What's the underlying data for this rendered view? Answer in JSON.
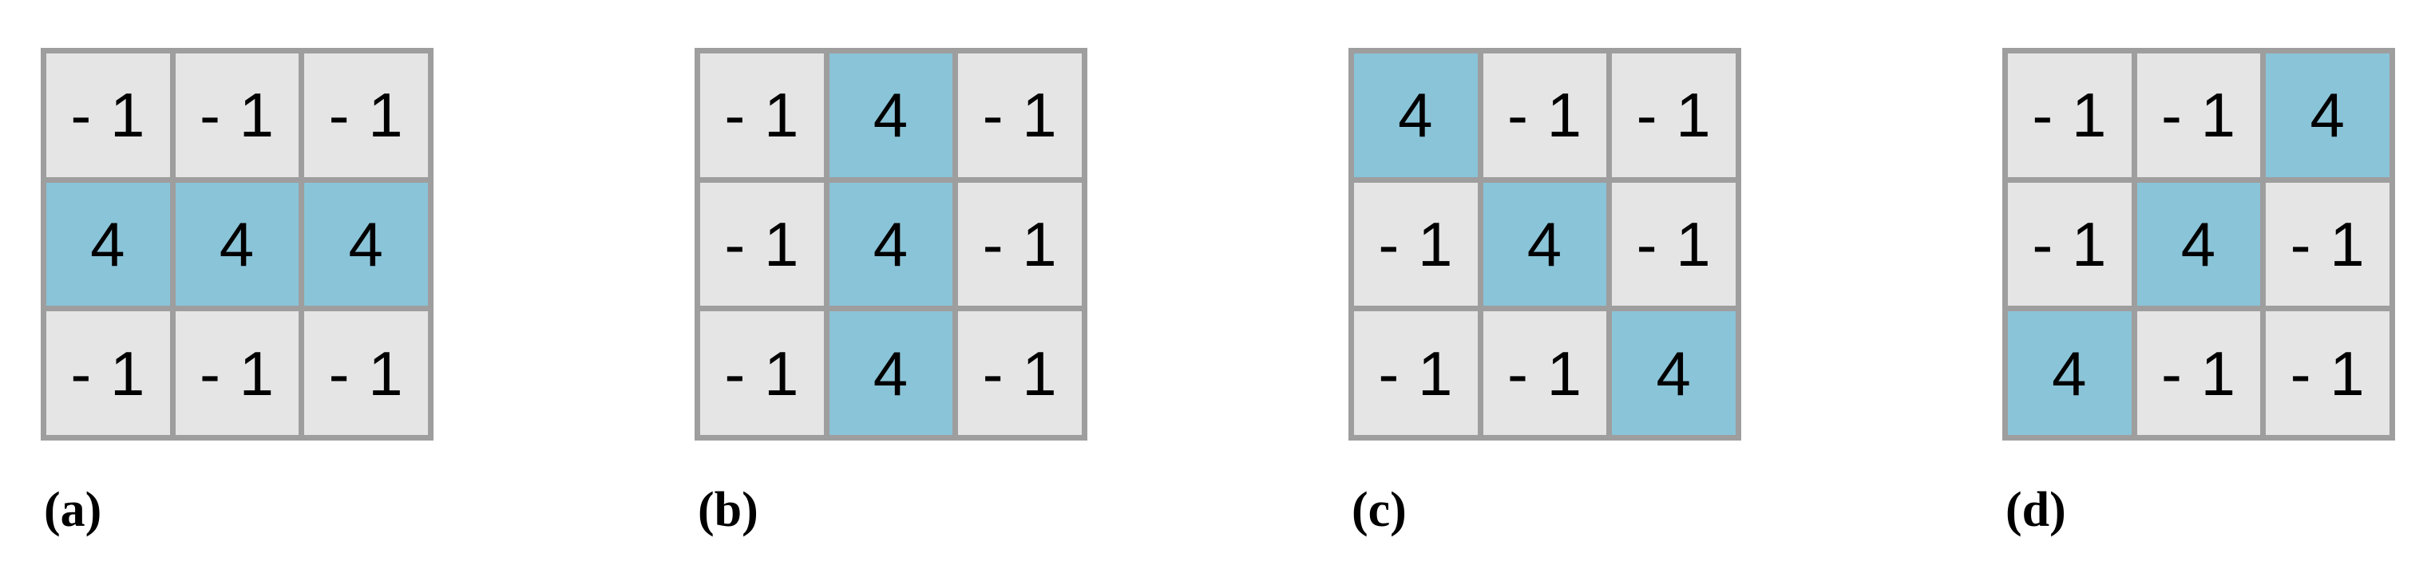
{
  "figure": {
    "background_color": "#ffffff",
    "cell_color": "#e5e5e5",
    "highlight_color": "#8ac4d8",
    "border_color": "#9e9e9e",
    "text_color": "#000000",
    "panels": [
      {
        "id": "a",
        "caption": "(a)",
        "rows": [
          [
            {
              "value": "- 1",
              "highlight": false
            },
            {
              "value": "- 1",
              "highlight": false
            },
            {
              "value": "- 1",
              "highlight": false
            }
          ],
          [
            {
              "value": "4",
              "highlight": true
            },
            {
              "value": "4",
              "highlight": true
            },
            {
              "value": "4",
              "highlight": true
            }
          ],
          [
            {
              "value": "- 1",
              "highlight": false
            },
            {
              "value": "- 1",
              "highlight": false
            },
            {
              "value": "- 1",
              "highlight": false
            }
          ]
        ]
      },
      {
        "id": "b",
        "caption": "(b)",
        "rows": [
          [
            {
              "value": "- 1",
              "highlight": false
            },
            {
              "value": "4",
              "highlight": true
            },
            {
              "value": "- 1",
              "highlight": false
            }
          ],
          [
            {
              "value": "- 1",
              "highlight": false
            },
            {
              "value": "4",
              "highlight": true
            },
            {
              "value": "- 1",
              "highlight": false
            }
          ],
          [
            {
              "value": "- 1",
              "highlight": false
            },
            {
              "value": "4",
              "highlight": true
            },
            {
              "value": "- 1",
              "highlight": false
            }
          ]
        ]
      },
      {
        "id": "c",
        "caption": "(c)",
        "rows": [
          [
            {
              "value": "4",
              "highlight": true
            },
            {
              "value": "- 1",
              "highlight": false
            },
            {
              "value": "- 1",
              "highlight": false
            }
          ],
          [
            {
              "value": "- 1",
              "highlight": false
            },
            {
              "value": "4",
              "highlight": true
            },
            {
              "value": "- 1",
              "highlight": false
            }
          ],
          [
            {
              "value": "- 1",
              "highlight": false
            },
            {
              "value": "- 1",
              "highlight": false
            },
            {
              "value": "4",
              "highlight": true
            }
          ]
        ]
      },
      {
        "id": "d",
        "caption": "(d)",
        "rows": [
          [
            {
              "value": "- 1",
              "highlight": false
            },
            {
              "value": "- 1",
              "highlight": false
            },
            {
              "value": "4",
              "highlight": true
            }
          ],
          [
            {
              "value": "- 1",
              "highlight": false
            },
            {
              "value": "4",
              "highlight": true
            },
            {
              "value": "- 1",
              "highlight": false
            }
          ],
          [
            {
              "value": "4",
              "highlight": true
            },
            {
              "value": "- 1",
              "highlight": false
            },
            {
              "value": "- 1",
              "highlight": false
            }
          ]
        ]
      }
    ]
  }
}
